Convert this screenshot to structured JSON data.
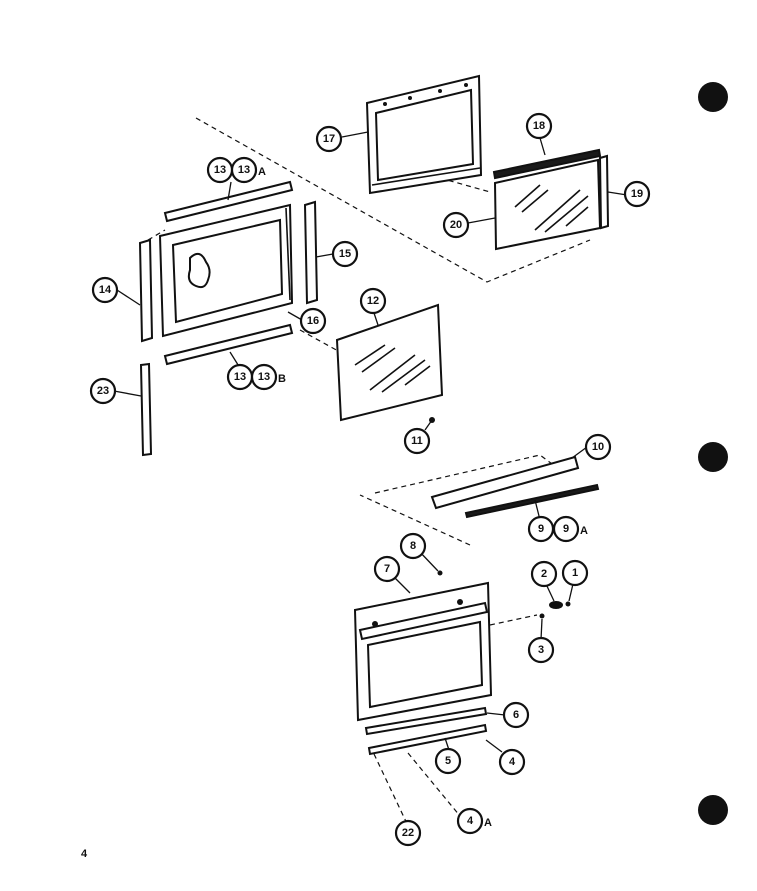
{
  "diagram": {
    "page_number": "4",
    "callouts": {
      "c1": "1",
      "c2": "2",
      "c3": "3",
      "c4": "4",
      "c4a": "4",
      "c5": "5",
      "c6": "6",
      "c7": "7",
      "c8": "8",
      "c9": "9",
      "c9a": "9",
      "c10": "10",
      "c11": "11",
      "c12": "12",
      "c13a": "13",
      "c13b": "13",
      "c13c": "13",
      "c13d": "13",
      "c14": "14",
      "c15": "15",
      "c16": "16",
      "c17": "17",
      "c18": "18",
      "c19": "19",
      "c20": "20",
      "c22": "22",
      "c23": "23"
    },
    "suffixes": {
      "s13a": "A",
      "s13b": "B",
      "s9a": "A",
      "s4a": "A"
    }
  }
}
